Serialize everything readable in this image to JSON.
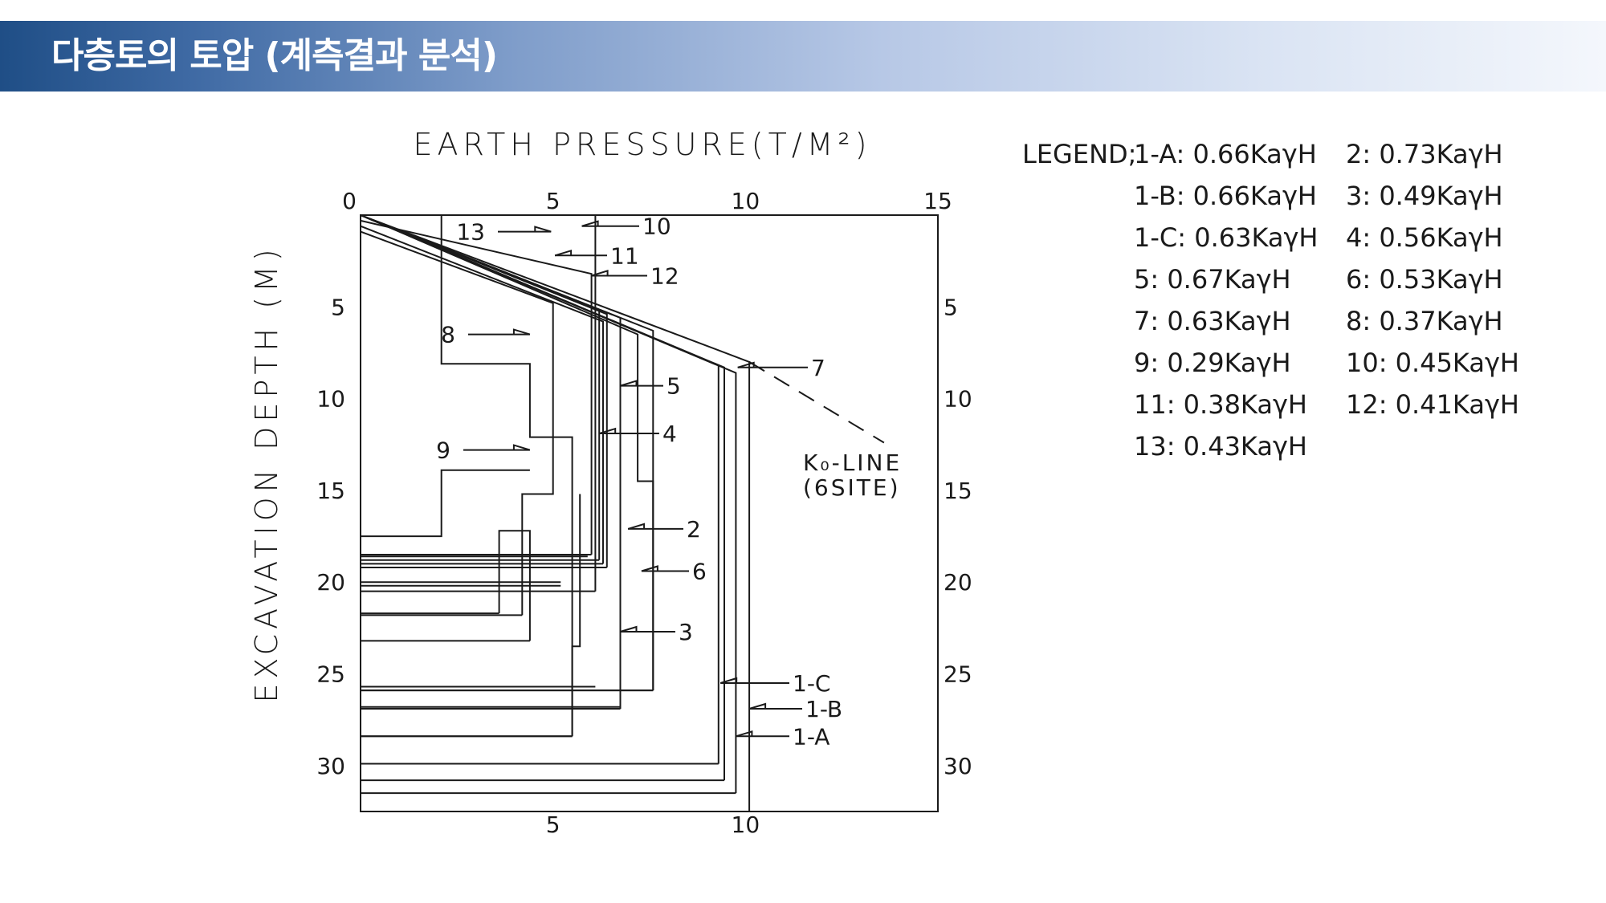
{
  "title": "다층토의 토압 (계측결과 분석)",
  "chart_data": {
    "type": "line",
    "title": "EARTH PRESSURE(T/M²)",
    "ylabel": "EXCAVATION DEPTH (M)",
    "xlim": [
      0,
      15
    ],
    "ylim": [
      0,
      32.5
    ],
    "top_ticks": [
      "0",
      "5",
      "10",
      "15"
    ],
    "bottom_ticks": [
      "5",
      "10"
    ],
    "y_ticks": [
      "5",
      "10",
      "15",
      "20",
      "25",
      "30"
    ],
    "k0_label": [
      "K₀-LINE",
      "(6SITE)"
    ],
    "legend_header": "LEGEND;",
    "legend": [
      {
        "id": "1-A",
        "text": "1-A: 0.66KaγH"
      },
      {
        "id": "2",
        "text": "2: 0.73KaγH"
      },
      {
        "id": "1-B",
        "text": "1-B: 0.66KaγH"
      },
      {
        "id": "3",
        "text": "3: 0.49KaγH"
      },
      {
        "id": "1-C",
        "text": "1-C: 0.63KaγH"
      },
      {
        "id": "4",
        "text": "4: 0.56KaγH"
      },
      {
        "id": "5",
        "text": "5: 0.67KaγH"
      },
      {
        "id": "6",
        "text": "6: 0.53KaγH"
      },
      {
        "id": "7",
        "text": "7: 0.63KaγH"
      },
      {
        "id": "8",
        "text": "8: 0.37KaγH"
      },
      {
        "id": "9",
        "text": "9: 0.29KaγH"
      },
      {
        "id": "10",
        "text": "10: 0.45KaγH"
      },
      {
        "id": "11",
        "text": "11: 0.38KaγH"
      },
      {
        "id": "12",
        "text": "12: 0.41KaγH"
      },
      {
        "id": "13",
        "text": "13: 0.43KaγH"
      }
    ],
    "series": [
      {
        "name": "7",
        "points": [
          [
            0,
            0
          ],
          [
            10.1,
            8.0
          ],
          [
            10.1,
            32.5
          ]
        ]
      },
      {
        "name": "1-A",
        "points": [
          [
            0,
            0
          ],
          [
            9.75,
            8.6
          ],
          [
            9.75,
            31.5
          ]
        ]
      },
      {
        "name": "1-B",
        "points": [
          [
            0,
            0
          ],
          [
            9.45,
            8.3
          ],
          [
            9.45,
            30.8
          ]
        ]
      },
      {
        "name": "1-C",
        "points": [
          [
            0,
            0
          ],
          [
            9.3,
            8.2
          ],
          [
            9.3,
            29.9
          ]
        ]
      },
      {
        "name": "6",
        "points": [
          [
            0,
            0
          ],
          [
            7.6,
            6.3
          ],
          [
            7.6,
            25.9
          ]
        ]
      },
      {
        "name": "3",
        "points": [
          [
            0,
            0
          ],
          [
            6.75,
            5.6
          ],
          [
            6.75,
            26.9
          ]
        ]
      },
      {
        "name": "2",
        "points": [
          [
            0,
            0
          ],
          [
            7.2,
            6.5
          ],
          [
            7.2,
            14.5
          ],
          [
            7.6,
            14.5
          ],
          [
            7.6,
            25.9
          ]
        ]
      },
      {
        "name": "5",
        "points": [
          [
            0,
            0
          ],
          [
            6.4,
            5.4
          ],
          [
            6.4,
            19.2
          ]
        ]
      },
      {
        "name": "4",
        "points": [
          [
            0,
            0
          ],
          [
            6.2,
            5.2
          ],
          [
            6.2,
            18.8
          ]
        ]
      },
      {
        "name": "12",
        "points": [
          [
            0,
            0.3
          ],
          [
            6.0,
            3.2
          ],
          [
            6.0,
            18.5
          ]
        ]
      },
      {
        "name": "11",
        "points": [
          [
            0,
            0.6
          ],
          [
            6.3,
            5.8
          ],
          [
            6.3,
            19.0
          ]
        ]
      },
      {
        "name": "10",
        "points": [
          [
            0,
            0
          ],
          [
            6.1,
            0
          ],
          [
            6.1,
            20.5
          ]
        ]
      },
      {
        "name": "13",
        "points": [
          [
            0,
            0.9
          ],
          [
            5.0,
            4.8
          ],
          [
            5.0,
            15.2
          ],
          [
            4.2,
            15.2
          ],
          [
            4.2,
            21.8
          ]
        ]
      },
      {
        "name": "8",
        "points": [
          [
            2.1,
            0
          ],
          [
            2.1,
            8.1
          ],
          [
            4.4,
            8.1
          ],
          [
            4.4,
            12.1
          ],
          [
            5.5,
            12.1
          ],
          [
            5.5,
            28.4
          ]
        ]
      },
      {
        "name": "9",
        "points": [
          [
            0,
            17.5
          ],
          [
            2.1,
            17.5
          ],
          [
            2.1,
            13.9
          ],
          [
            4.4,
            13.9
          ]
        ]
      }
    ],
    "outer_steps": [
      {
        "depth": 18.6,
        "x": 5.9
      },
      {
        "depth": 20.0,
        "x": 5.2
      },
      {
        "depth": 20.2,
        "x": 5.2
      },
      {
        "depth": 21.7,
        "x": 3.6
      },
      {
        "depth": 23.2,
        "x": 4.4
      },
      {
        "depth": 25.7,
        "x": 6.1
      },
      {
        "depth": 26.8,
        "x": 6.75
      },
      {
        "depth": 28.4,
        "x": 5.5
      }
    ]
  }
}
